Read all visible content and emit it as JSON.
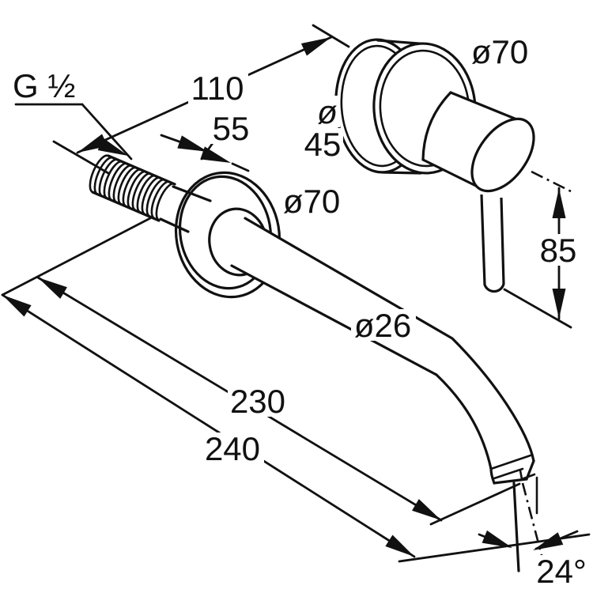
{
  "drawing": {
    "type": "technical-dimension-drawing",
    "subject": "wall-mounted single-lever basin mixer with spout, oblique side view",
    "colors": {
      "line": "#111111",
      "background": "#ffffff"
    },
    "labels": {
      "thread": "G ½",
      "dim_110": "110",
      "dim_55": "55",
      "dia_flange_right": "ø70",
      "dia_body_symbol": "ø",
      "dia_body_value": "45",
      "dia_flange_left": "ø70",
      "dim_85": "85",
      "dia_spout": "ø26",
      "dim_230": "230",
      "dim_240": "240",
      "angle_spout": "24°"
    }
  }
}
